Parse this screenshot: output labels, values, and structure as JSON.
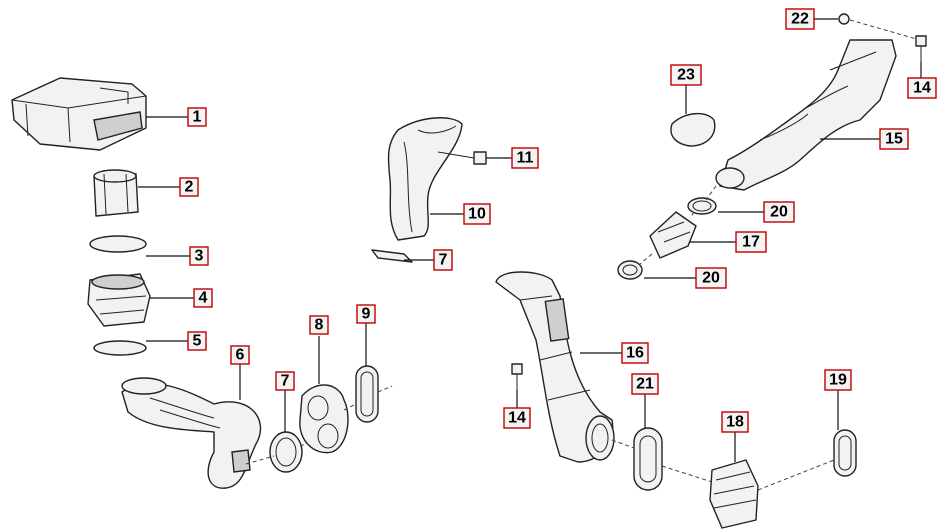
{
  "diagram": {
    "callouts": [
      {
        "id": "c1",
        "label": "1"
      },
      {
        "id": "c2",
        "label": "2"
      },
      {
        "id": "c3",
        "label": "3"
      },
      {
        "id": "c4",
        "label": "4"
      },
      {
        "id": "c5",
        "label": "5"
      },
      {
        "id": "c6",
        "label": "6"
      },
      {
        "id": "c7a",
        "label": "7"
      },
      {
        "id": "c8",
        "label": "8"
      },
      {
        "id": "c9",
        "label": "9"
      },
      {
        "id": "c10",
        "label": "10"
      },
      {
        "id": "c11",
        "label": "11"
      },
      {
        "id": "c7b",
        "label": "7"
      },
      {
        "id": "c16",
        "label": "16"
      },
      {
        "id": "c14a",
        "label": "14"
      },
      {
        "id": "c21",
        "label": "21"
      },
      {
        "id": "c18",
        "label": "18"
      },
      {
        "id": "c19",
        "label": "19"
      },
      {
        "id": "c22",
        "label": "22"
      },
      {
        "id": "c14b",
        "label": "14"
      },
      {
        "id": "c23",
        "label": "23"
      },
      {
        "id": "c15",
        "label": "15"
      },
      {
        "id": "c20a",
        "label": "20"
      },
      {
        "id": "c17",
        "label": "17"
      },
      {
        "id": "c20b",
        "label": "20"
      }
    ]
  }
}
